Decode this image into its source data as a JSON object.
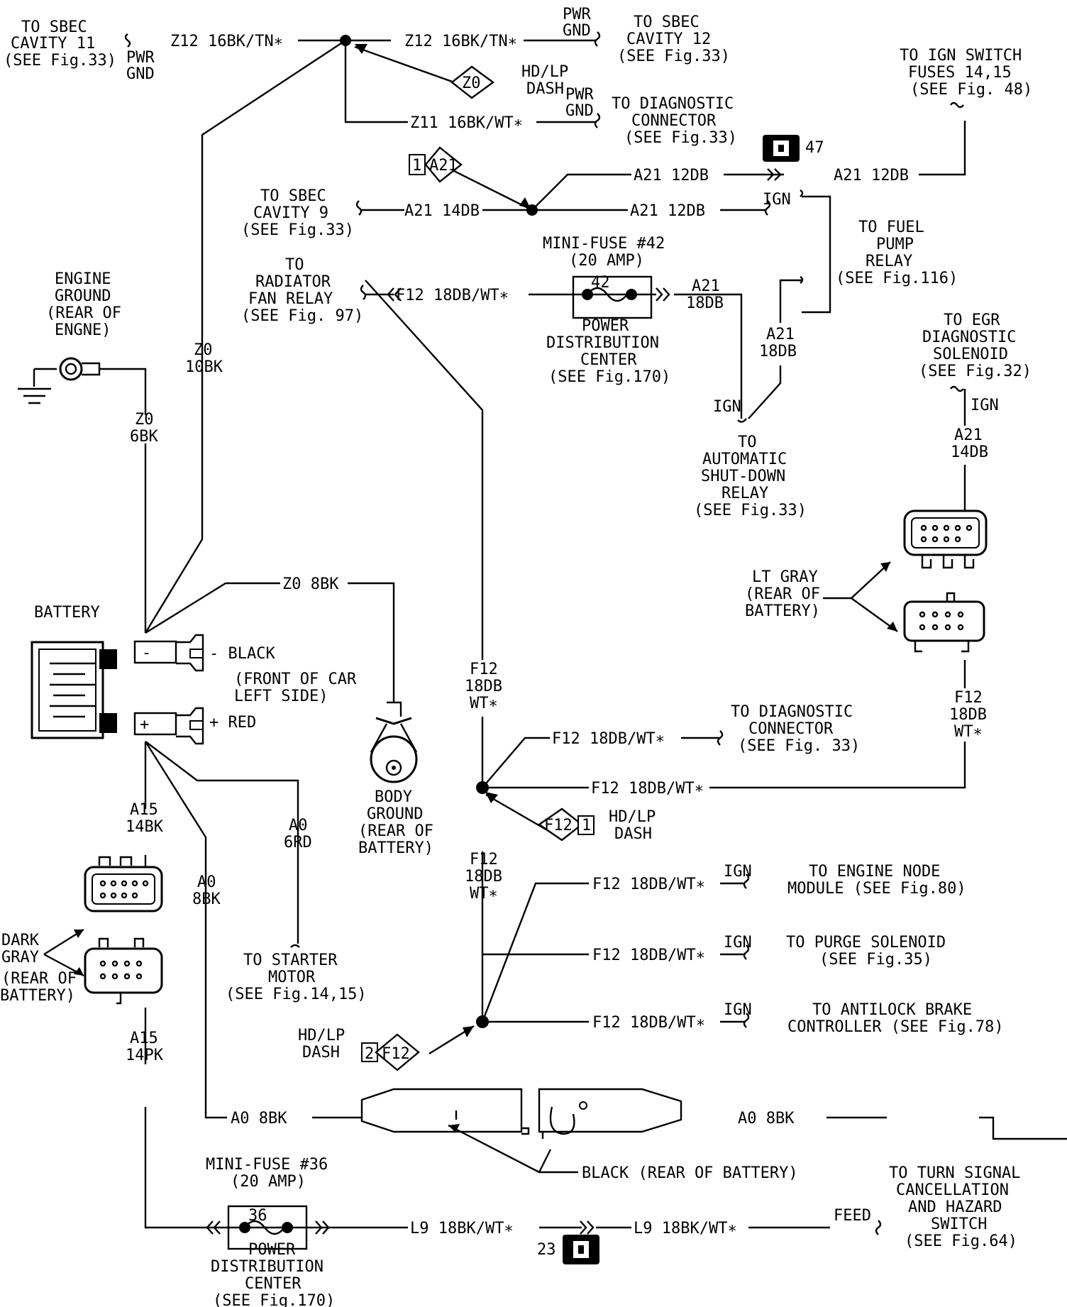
{
  "labels": {
    "sbec11": [
      "TO SBEC",
      "CAVITY 11",
      "(SEE Fig.33)"
    ],
    "pwr_gnd_left": [
      "PWR",
      "GND"
    ],
    "z12_left": "Z12 16BK/TN∗",
    "z12_right": "Z12 16BK/TN∗",
    "pwr_gnd_top": [
      "PWR",
      "GND"
    ],
    "sbec12": [
      "TO SBEC",
      "CAVITY 12",
      "(SEE Fig.33)"
    ],
    "z0_diamond": "Z0",
    "hdlp_top": [
      "HD/LP",
      "DASH"
    ],
    "z11": "Z11 16BK/WT∗",
    "pwr_gnd_diag": [
      "PWR",
      "GND"
    ],
    "diag_top": [
      "TO DIAGNOSTIC",
      "CONNECTOR",
      "(SEE Fig.33)"
    ],
    "ign_switch": [
      "TO IGN SWITCH",
      "FUSES 14,15",
      "(SEE Fig. 48)"
    ],
    "conn47": "47",
    "a21_box": [
      "1",
      "A21"
    ],
    "a21_12db_a": "A21 12DB",
    "a21_12db_b": "A21 12DB",
    "a21_12db_c": "A21 12DB",
    "ign_a": "IGN",
    "sbec9": [
      "TO SBEC",
      "CAVITY 9",
      "(SEE Fig.33)"
    ],
    "a21_14db_left": "A21 14DB",
    "fuel_pump": [
      "TO FUEL",
      "PUMP",
      "RELAY",
      "(SEE Fig.116)"
    ],
    "mini42": [
      "MINI-FUSE #42",
      "(20 AMP)"
    ],
    "fuse42_num": "42",
    "rad_fan": [
      "TO",
      "RADIATOR",
      "FAN RELAY",
      "(SEE Fig. 97)"
    ],
    "f12_fan": "F12 18DB/WT∗",
    "a21_18db_a": [
      "A21",
      "18DB"
    ],
    "a21_18db_b": [
      "A21",
      "18DB"
    ],
    "pdc42": [
      "POWER",
      "DISTRIBUTION",
      "CENTER",
      "(SEE Fig.170)"
    ],
    "engine_ground": [
      "ENGINE",
      "GROUND",
      "(REAR OF",
      "ENGNE)"
    ],
    "z0_10bk": [
      "Z0",
      "10BK"
    ],
    "z0_6bk": [
      "Z0",
      "6BK"
    ],
    "ign_asd": "IGN",
    "asd": [
      "TO",
      "AUTOMATIC",
      "SHUT-DOWN",
      "RELAY",
      "(SEE Fig.33)"
    ],
    "egr": [
      "TO EGR",
      "DIAGNOSTIC",
      "SOLENOID",
      "(SEE Fig.32)"
    ],
    "ign_egr": "IGN",
    "a21_14db_egr": [
      "A21",
      "14DB"
    ],
    "z0_8bk": "Z0 8BK",
    "lt_gray": [
      "LT GRAY",
      "(REAR OF",
      "BATTERY)"
    ],
    "battery": "BATTERY",
    "minus_sym": "-",
    "plus_sym": "+",
    "black_term": "- BLACK",
    "red_term": "+ RED",
    "front_car": [
      "(FRONT OF CAR",
      "LEFT SIDE)"
    ],
    "f12_18db_a": [
      "F12",
      "18DB",
      "WT∗"
    ],
    "f12_18db_right": [
      "F12",
      "18DB",
      "WT∗"
    ],
    "f12_diag": "F12 18DB/WT∗",
    "diag_mid": [
      "TO DIAGNOSTIC",
      "CONNECTOR",
      "(SEE Fig. 33)"
    ],
    "f12_long": "F12 18DB/WT∗",
    "body_ground": [
      "BODY",
      "GROUND",
      "(REAR OF",
      "BATTERY)"
    ],
    "a0_6rd": [
      "A0",
      "6RD"
    ],
    "a15_14bk": [
      "A15",
      "14BK"
    ],
    "f12_diamond_mid": [
      "F12",
      "1"
    ],
    "hdlp_mid": [
      "HD/LP",
      "DASH"
    ],
    "f12_18db_b": [
      "F12",
      "18DB",
      "WT∗"
    ],
    "f12_ecm": "F12 18DB/WT∗",
    "ign_ecm": "IGN",
    "ecm": [
      "TO ENGINE NODE",
      "MODULE (SEE Fig.80)"
    ],
    "a0_8bk_v": [
      "A0",
      "8BK"
    ],
    "dark_gray": [
      "DARK",
      "GRAY",
      "(REAR OF",
      "BATTERY)"
    ],
    "starter": [
      "TO STARTER",
      "MOTOR",
      "(SEE Fig.14,15)"
    ],
    "f12_purge": "F12 18DB/WT∗",
    "ign_purge": "IGN",
    "purge": [
      "TO PURGE SOLENOID",
      "(SEE Fig.35)"
    ],
    "f12_abs": "F12 18DB/WT∗",
    "ign_abs": "IGN",
    "abs": [
      "TO ANTILOCK BRAKE",
      "CONTROLLER (SEE Fig.78)"
    ],
    "hdlp_bot": [
      "HD/LP",
      "DASH"
    ],
    "f12_diamond_bot": [
      "2",
      "F12"
    ],
    "a15_14pk": [
      "A15",
      "14PK"
    ],
    "a0_8bk_left": "A0 8BK",
    "a0_8bk_right": "A0 8BK",
    "black_rear": "BLACK (REAR OF BATTERY)",
    "mini36": [
      "MINI-FUSE #36",
      "(20 AMP)"
    ],
    "fuse36_num": "36",
    "l9_a": "L9 18BK/WT∗",
    "l9_b": "L9 18BK/WT∗",
    "feed": "FEED",
    "turn_signal": [
      "TO TURN SIGNAL",
      "CANCELLATION",
      "AND HAZARD",
      "SWITCH",
      "(SEE Fig.64)"
    ],
    "conn23": "23",
    "pdc36": [
      "POWER",
      "DISTRIBUTION",
      "CENTER",
      "(SEE Fig.170)"
    ]
  }
}
